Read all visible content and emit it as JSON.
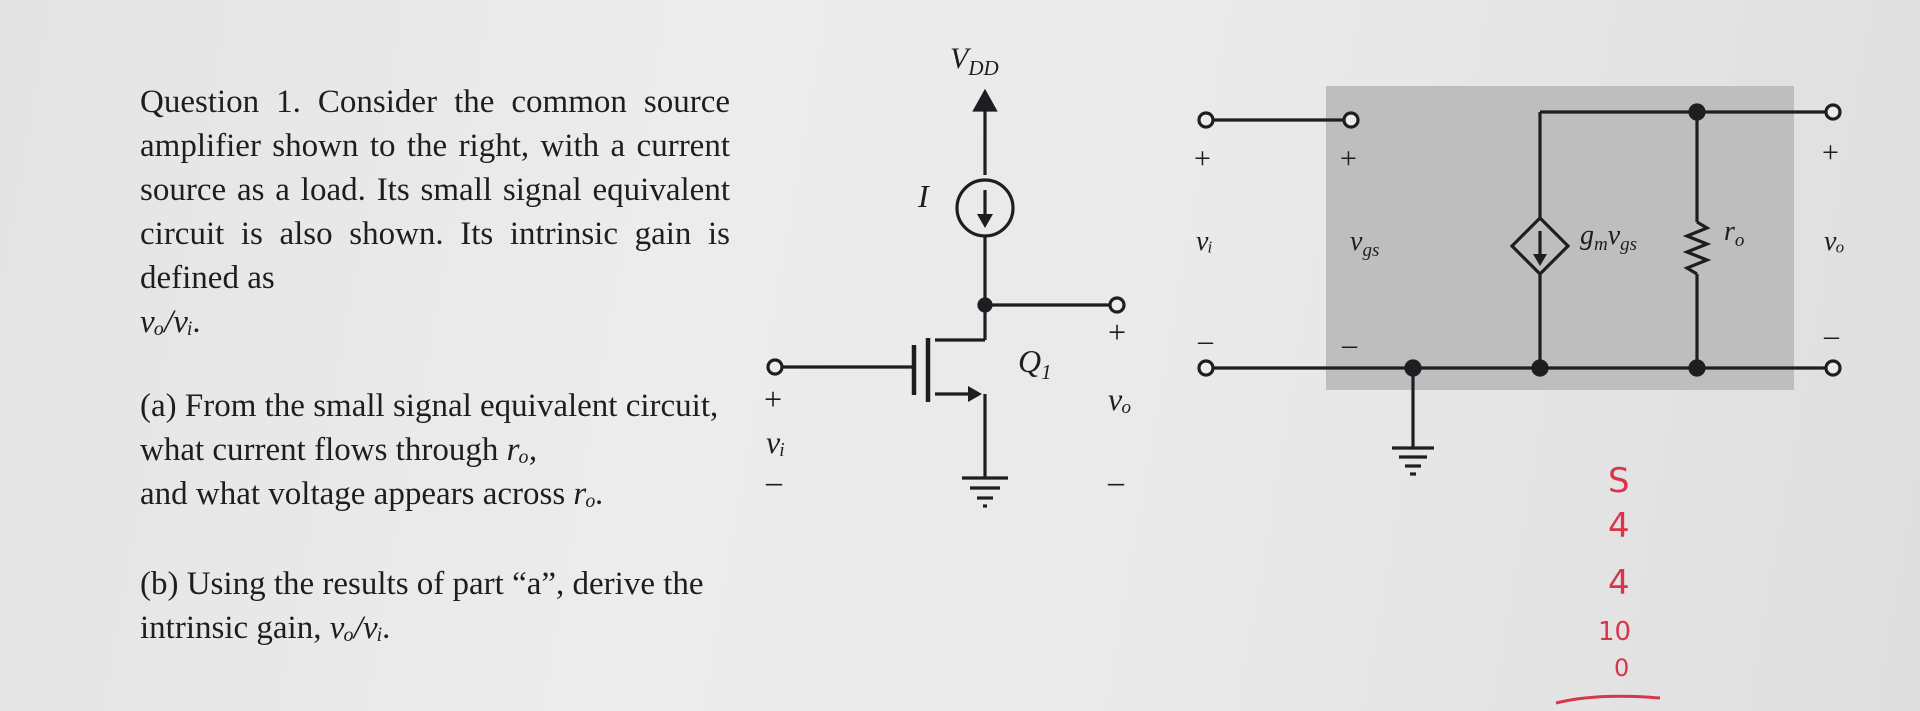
{
  "question": {
    "intro": "Question 1.  Consider the common source amplifier shown to the right, with a current source as a load.  Its small signal equivalent circuit is also shown.  Its intrinsic gain is defined as",
    "gain_def": "vₒ/vᵢ.",
    "part_a": {
      "prefix": "(a) From the small signal equivalent circuit, what current flows through",
      "r1": "rₒ,",
      "mid": "and what voltage appears across",
      "r2": "rₒ."
    },
    "part_b": {
      "prefix": "(b) Using the results of part “a”, derive the intrinsic gain,",
      "expr": "vₒ/vᵢ."
    }
  },
  "schematic": {
    "vdd": "V",
    "vdd_sub": "DD",
    "current_source": "I",
    "transistor": "Q",
    "transistor_sub": "1",
    "in_plus": "+",
    "in_minus": "–",
    "vi": "vᵢ",
    "out_plus": "+",
    "out_minus": "–",
    "vo": "vₒ"
  },
  "equivalent": {
    "in_plus": "+",
    "in_minus": "–",
    "vi": "vᵢ",
    "vgs_plus": "+",
    "vgs_minus": "–",
    "vgs": "v",
    "vgs_sub": "gs",
    "gm": "g",
    "gm_sub": "m",
    "gm_v": "v",
    "gm_v_sub": "gs",
    "ro": "r",
    "ro_sub": "o",
    "out_plus": "+",
    "out_minus": "–",
    "vo": "vₒ"
  },
  "handwriting": [
    "S",
    "4",
    "4",
    "10",
    "0"
  ],
  "colors": {
    "ink": "#1e1e22",
    "handwriting": "#d8344a",
    "shaded_box": "#bebebe"
  }
}
